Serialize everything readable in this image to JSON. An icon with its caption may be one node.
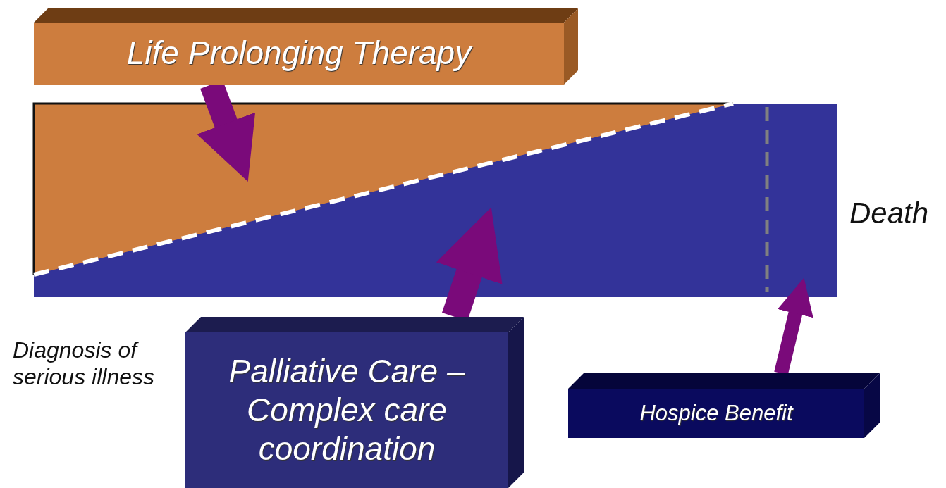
{
  "diagram": {
    "nodes": [
      {
        "text": [
          "Life Prolonging Therapy"
        ]
      },
      {
        "text": [],
        "shape": "triangle",
        "in": 2
      },
      {
        "text": [],
        "shape": "box"
      },
      {
        "text": [
          "Palliative Care – Complex care coordination"
        ]
      },
      {
        "text": [
          "Hospice Benefit"
        ]
      }
    ],
    "edges": [
      {
        "from": 0,
        "to": 1,
        "arrow": "to"
      },
      {
        "from": 3,
        "to": 2,
        "arrow": "to"
      },
      {
        "from": 4,
        "to": 2,
        "arrow": "to"
      }
    ],
    "labels": [
      "Death",
      "Diagnosis of serious illness"
    ]
  }
}
